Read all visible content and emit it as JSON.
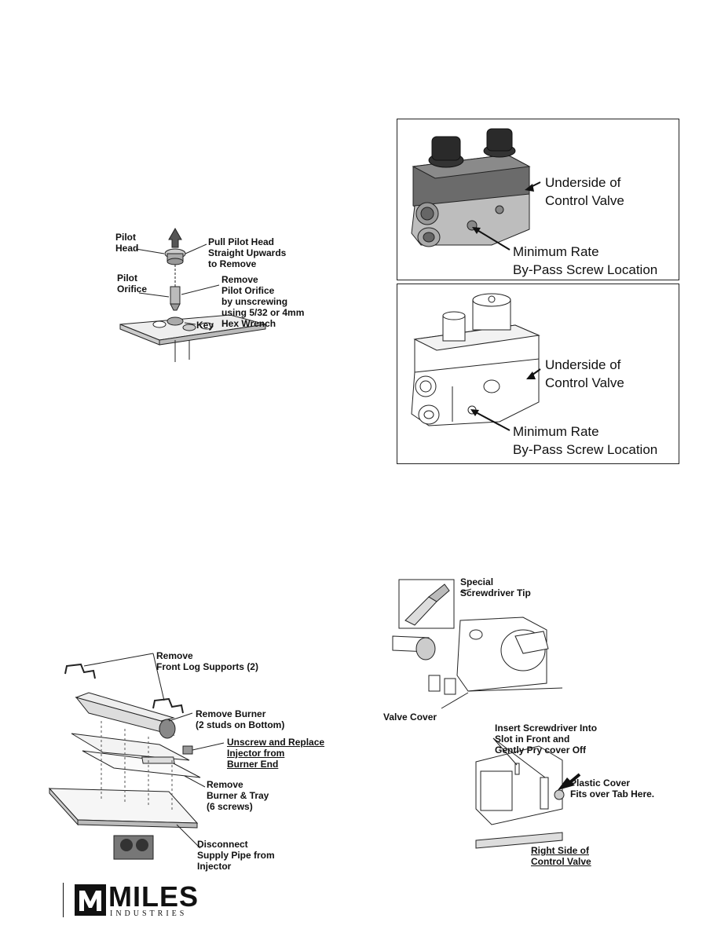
{
  "pilot_figure": {
    "pilot_head": "Pilot\nHead",
    "pull_instruction": "Pull Pilot Head\nStraight Upwards\nto Remove",
    "pilot_orifice": "Pilot\nOrifice",
    "remove_orifice": "Remove\nPilot Orifice\nby unscrewing\nusing 5/32 or 4mm\nHex Wrench",
    "key": "Key"
  },
  "valve_figure_top": {
    "underside": "Underside of\nControl Valve",
    "min_rate": "Minimum Rate\nBy-Pass Screw Location"
  },
  "valve_figure_bottom": {
    "underside": "Underside of\nControl Valve",
    "min_rate": "Minimum Rate\nBy-Pass Screw Location"
  },
  "burner_figure": {
    "log_supports": "Remove\nFront Log Supports (2)",
    "remove_burner": "Remove Burner\n(2 studs on Bottom)",
    "injector": "Unscrew and Replace\nInjector from\nBurner End",
    "burner_tray": "Remove\nBurner & Tray\n(6 screws)",
    "supply_pipe": "Disconnect\nSupply Pipe from\nInjector"
  },
  "cover_figure": {
    "tip": "Special\nScrewdriver Tip",
    "valve_cover": "Valve Cover",
    "insert": "Insert Screwdriver Into\nSlot in Front and\nGently Pry cover Off",
    "plastic_cover": "Plastic Cover\nFits over Tab Here.",
    "right_side": "Right Side of\nControl Valve"
  },
  "footer": {
    "brand": "MILES",
    "brand_sub": "INDUSTRIES"
  },
  "colors": {
    "ink": "#111111",
    "metal_dark": "#4a4a4a",
    "metal_mid": "#8c8c8c",
    "metal_light": "#c9c9c9"
  }
}
